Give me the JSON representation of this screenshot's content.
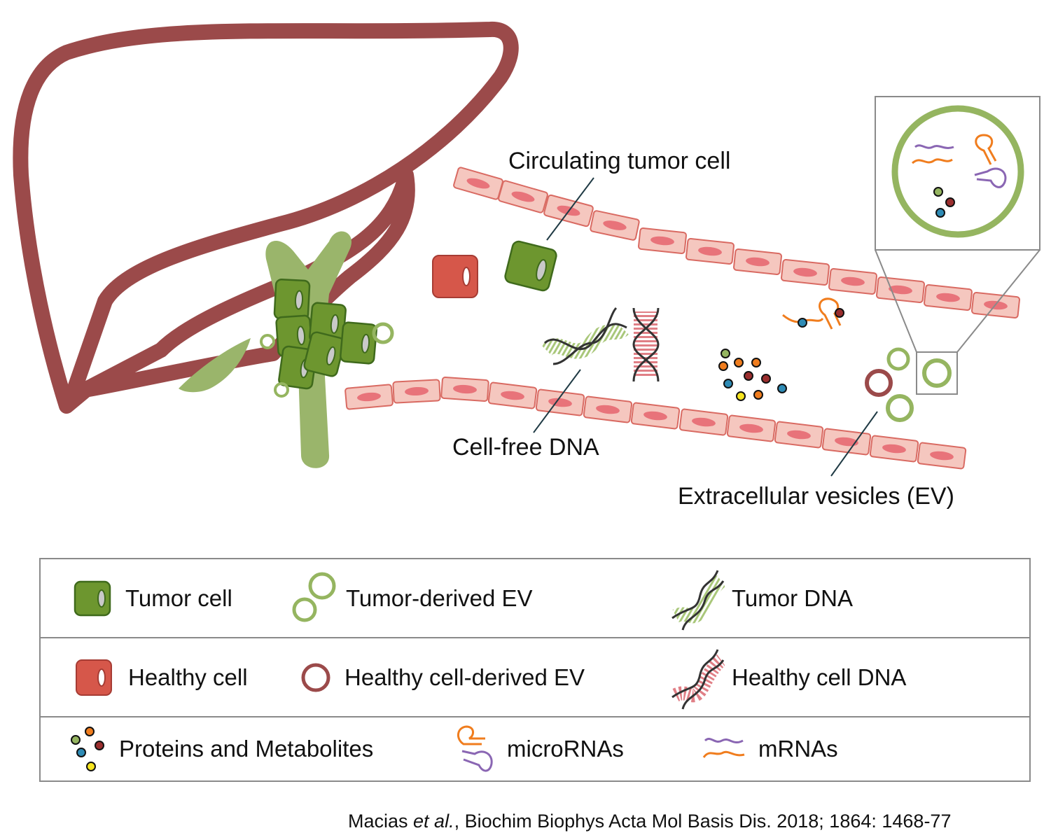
{
  "colors": {
    "liver": "#9b4a4a",
    "bile_duct": "#9ab56b",
    "tumor_cell": "#6d962f",
    "tumor_cell_border": "#3f6a1c",
    "healthy_cell": "#d6574a",
    "healthy_cell_border": "#a63c34",
    "vessel_fill": "#f5c7bf",
    "vessel_border": "#d96a62",
    "vessel_nucleus": "#e8737a",
    "tumor_ev": "#95b560",
    "healthy_ev": "#9b4a4a",
    "mirna_orange": "#f07d1e",
    "mrna_purple": "#8a66b3",
    "zoom_box": "#8a8a8a"
  },
  "labels": {
    "ctc": "Circulating tumor cell",
    "cfdna": "Cell-free DNA",
    "ev": "Extracellular vesicles (EV)"
  },
  "legend": {
    "rows": [
      [
        {
          "icon": "tumor-cell-icon",
          "label": "Tumor cell"
        },
        {
          "icon": "tumor-ev-icon",
          "label": "Tumor-derived EV"
        },
        {
          "icon": "tumor-dna-icon",
          "label": "Tumor DNA"
        }
      ],
      [
        {
          "icon": "healthy-cell-icon",
          "label": "Healthy cell"
        },
        {
          "icon": "healthy-ev-icon",
          "label": "Healthy cell-derived EV"
        },
        {
          "icon": "healthy-dna-icon",
          "label": "Healthy cell DNA"
        }
      ],
      [
        {
          "icon": "proteins-metabolites-icon",
          "label": "Proteins and Metabolites"
        },
        {
          "icon": "microrna-icon",
          "label": "microRNAs"
        },
        {
          "icon": "mrna-icon",
          "label": "mRNAs"
        }
      ]
    ]
  },
  "citation": {
    "author": "Macias ",
    "etal": "et al.",
    "rest": ", Biochim Biophys Acta Mol Basis Dis. 2018; 1864: 1468-77"
  }
}
